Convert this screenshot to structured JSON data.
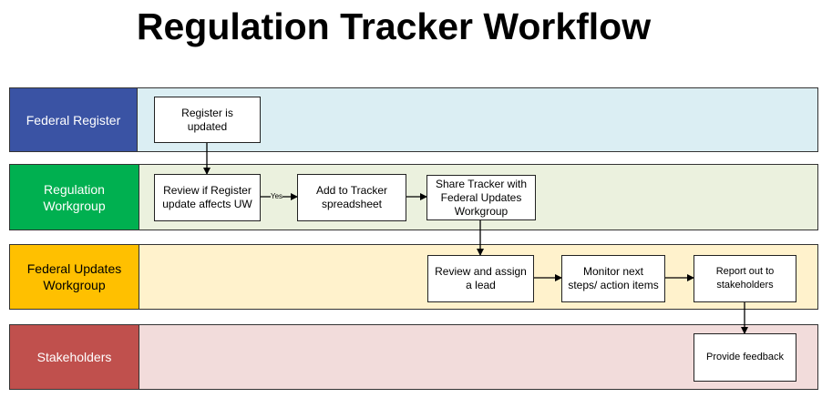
{
  "title": "Regulation Tracker Workflow",
  "colors": {
    "federal_register": {
      "label": "#3a53a4",
      "lane": "#dbeef3"
    },
    "regulation_workgroup": {
      "label": "#00b050",
      "lane": "#ebf1de"
    },
    "federal_updates_workgroup": {
      "label": "#ffc000",
      "lane": "#fff2cc"
    },
    "stakeholders": {
      "label": "#c0504d",
      "lane": "#f2dcdb"
    }
  },
  "lanes": [
    {
      "label": "Federal Register"
    },
    {
      "label": "Regulation Workgroup"
    },
    {
      "label": "Federal Updates Workgroup"
    },
    {
      "label": "Stakeholders"
    }
  ],
  "steps": [
    {
      "label": "Register is updated"
    },
    {
      "label": "Review if Register update affects UW"
    },
    {
      "label": "Add to Tracker spreadsheet"
    },
    {
      "label": "Share Tracker with Federal Updates Workgroup"
    },
    {
      "label": "Review and assign a lead"
    },
    {
      "label": "Monitor next steps/ action items"
    },
    {
      "label": "Report out to stakeholders"
    },
    {
      "label": "Provide feedback"
    }
  ],
  "connector_labels": {
    "yes": "Yes"
  }
}
